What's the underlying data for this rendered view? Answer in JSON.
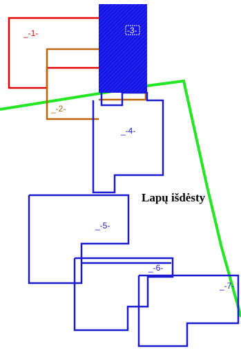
{
  "title": "Lapų išdėsty",
  "parcels": [
    {
      "id": "1",
      "label": "_-1-",
      "color": "#e00000"
    },
    {
      "id": "2",
      "label": "_-2-",
      "color": "#c0620a"
    },
    {
      "id": "3",
      "label": "-3-",
      "color": "#1414e6"
    },
    {
      "id": "4",
      "label": "_-4-",
      "color": "#1a1ad0"
    },
    {
      "id": "5",
      "label": "_-5-",
      "color": "#1a1ad0"
    },
    {
      "id": "6",
      "label": "_-6-",
      "color": "#1a1ad0"
    },
    {
      "id": "7",
      "label": "_-7-",
      "color": "#1a1ad0"
    }
  ],
  "boundary_color": "#22e622"
}
